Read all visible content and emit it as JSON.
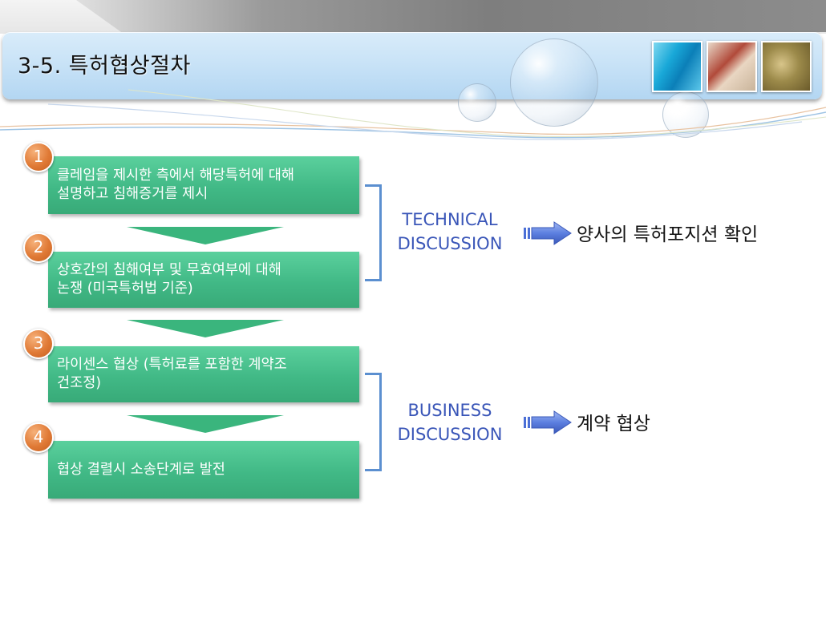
{
  "slide": {
    "title": "3-5. 특허협상절차"
  },
  "steps": [
    {
      "number": "1",
      "lines": [
        "클레임을 제시한 측에서 해당특허에 대해",
        "설명하고 침해증거를 제시"
      ]
    },
    {
      "number": "2",
      "lines": [
        "상호간의 침해여부 및 무효여부에 대해",
        "논쟁 (미국특허법 기준)"
      ]
    },
    {
      "number": "3",
      "lines": [
        "라이센스 협상 (특허료를 포함한 계약조",
        "건조정)"
      ]
    },
    {
      "number": "4",
      "lines": [
        "협상 결렬시 소송단계로 발전"
      ]
    }
  ],
  "groups": [
    {
      "label_line1": "TECHNICAL",
      "label_line2": "DISCUSSION",
      "result": "양사의 특허포지션 확인"
    },
    {
      "label_line1": "BUSINESS",
      "label_line2": "DISCUSSION",
      "result": "계약 협상"
    }
  ],
  "colors": {
    "step_box": "#41b986",
    "step_number": "#e07a36",
    "bracket": "#5b8fd0",
    "discussion_text": "#3a56b8",
    "arrow": "#4b6fd6"
  }
}
